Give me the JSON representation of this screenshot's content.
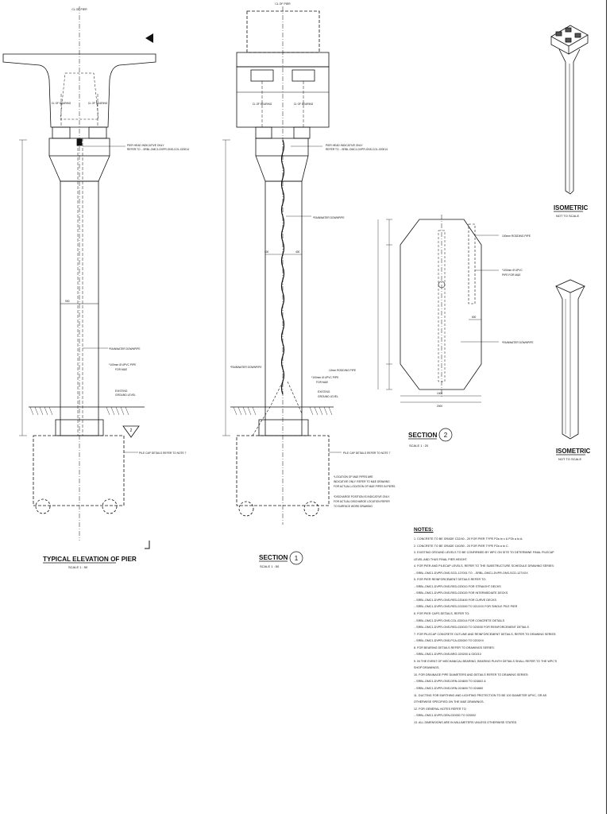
{
  "drawing": {
    "centerline_label": "CL OF PIER",
    "labels": {
      "bearing_left": "CL OF BEARING",
      "bearing_right": "CL OF BEARING",
      "pierhead_note_1": "PIER HEAD INDICATIVE ONLY",
      "pierhead_note_2": "REFER TO ...SRBL-OMC1-DVPR-ONS-COL-020014",
      "rainwater_downpipe": "*RAINWATER DOWNPIPE",
      "upvc_pipe_1": "*100mm Ø UPVC PIPE",
      "upvc_pipe_2": "FOR M&E",
      "existing_ground_1": "EXISTING",
      "existing_ground_2": "GROUND LEVEL",
      "pile_cap": "PILE CAP DETAILS REFER TO NOTE 7",
      "rodding_pipe": "12mm RODDING PIPE",
      "rodding_pipe_2": "100mm RODDING PIPE",
      "mep_note_1": "*LOCATION OF M&E PIPES ARE",
      "mep_note_2": "INDICATIVE ONLY. REFER TO M&E DRAWING",
      "mep_note_3": "FOR ACTUAL LOCATION OF M&E PIPES IN PIERS.",
      "mep_note_4": "*DISCHARGE POSITION IS INDICATIVE ONLY.",
      "mep_note_5": "FOR ACTUAL DISCHARGE LOCATION REFER",
      "mep_note_6": "TO SURFACE WORK DRAWING",
      "dim_400a": "400",
      "dim_400b": "400",
      "dim_900": "900",
      "dim_600": "600",
      "dim_1000": "1000",
      "dim_2000": "2000",
      "dim_upvc_1": "*100mm Ø UPVC",
      "dim_upvc_2": "PIPE FOR M&E"
    },
    "view_titles": {
      "typical_elevation": "TYPICAL ELEVATION OF PIER",
      "typical_elevation_scale": "SCALE  1 : 50",
      "section_1": "SECTION",
      "section_1_scale": "SCALE  1 : 50",
      "section_1_number": "1",
      "section_2": "SECTION",
      "section_2_scale": "SCALE  1 : 20",
      "section_2_number": "2",
      "iso_1": "ISOMETRIC",
      "iso_1_scale": "NOT TO SCALE",
      "iso_2": "ISOMETRIC",
      "iso_2_scale": "NOT TO SCALE",
      "marker_2": "2"
    }
  },
  "notes": {
    "heading": "NOTES:",
    "items": [
      "1.   CONCRETE TO BE GRADE C32/40 - 20 FOR PIER TYPE P2a to c & P2b a to A.",
      "2.   CONCRETE TO BE GRADE C40/50 - 20 FOR PIER TYPE P2a a to C.",
      "3.   EXISTING GROUND LEVELS TO BE CONFIRMED BY WPC ON SITE TO DETERMINE FINAL PILECAP",
      "      LEVEL AND THUS FINAL PIER HEIGHT.",
      "4.   FOR PIER AND PILECAP LEVELS, REFER TO THE SUBSTRUCTURE SCHEDULE DRAWING SERIES:",
      "      ...SRBL-OMC1-DVPR-ONS-SCD-127001 TO ...SRBL-OMC1-DVPR-ONS-SCD-127XXX",
      "5.   FOR PIER REINFORCEMENT DETAILS REFER TO:",
      "      ...SRBL-OMC1-DVPR-ONS-RED-020010 FOR STRAIGHT DECKS",
      "      ...SRBL-OMC1-DVPR-ONS-RED-020020 FOR INTERMEDIATE DECKS",
      "      ...SRBL-OMC1-DVPR-ONS-RED-020400 FOR CURVE DECKS",
      "      ...SRBL-OMC1-DVPR-ONS-RED-021500 TO 021XXX FOR SINGLE PILE PIER",
      "6.   FOR PIER CAPS DETAILS, REFER TO:",
      "      ...SRBL-OMC1-DVPR-ONS-COL-020014 FOR CONCRETE DETAILS",
      "      ...SRBL-OMC1-DVPR-ONS-RED-020020 TO 020030 FOR REINFORCEMENT DETAILS",
      "7.   FOR PILECAP CONCRETE OUTLINE AND REINFORCEMENT DETAILS, REFER TO DRAWING SERIES:",
      "      ...SRBL-OMC1-DVPR-ONS-PCA-020000 TO 020XXX",
      "8.   FOR BEARING DETAILS REFER TO DRAWINGS SERIES:",
      "      ...SRBL-OMC1-DVPR-ONS-BRG-020200 & 020210",
      "9.   IN THE EVENT OF MECHANICAL BEARING, BEARING PLINTH DETAILS SHALL REFER TO THE WPC'S",
      "      SHOP DRAWINGS.",
      "10. FOR DRAINAGE PIPE DIAMETERS AND DETAILS REFER TO DRAWING SERIES:",
      "      ...SRBL-OMC1-DVPR-ONS-DRN-024600 TO 024602 &",
      "      ...SRBL-OMC1-DVPR-ONS-DRN-024600 TO 024660",
      "11. DUCTING FOR EARTHING AND LIGHTING PROTECTION TO BE 100 DIAMETER UPVC, OR AS",
      "      OTHERWISE SPECIFIED ON THE M&E DRAWINGS.",
      "12. FOR GENERAL NOTES REFER TO:",
      "      ...SRBL-OMC1-DVPR-GEN-020000 TO 020002",
      "13. ALL DIMENSIONS ARE IN MILLIMETERS UNLESS OTHERWISE STATED."
    ]
  }
}
